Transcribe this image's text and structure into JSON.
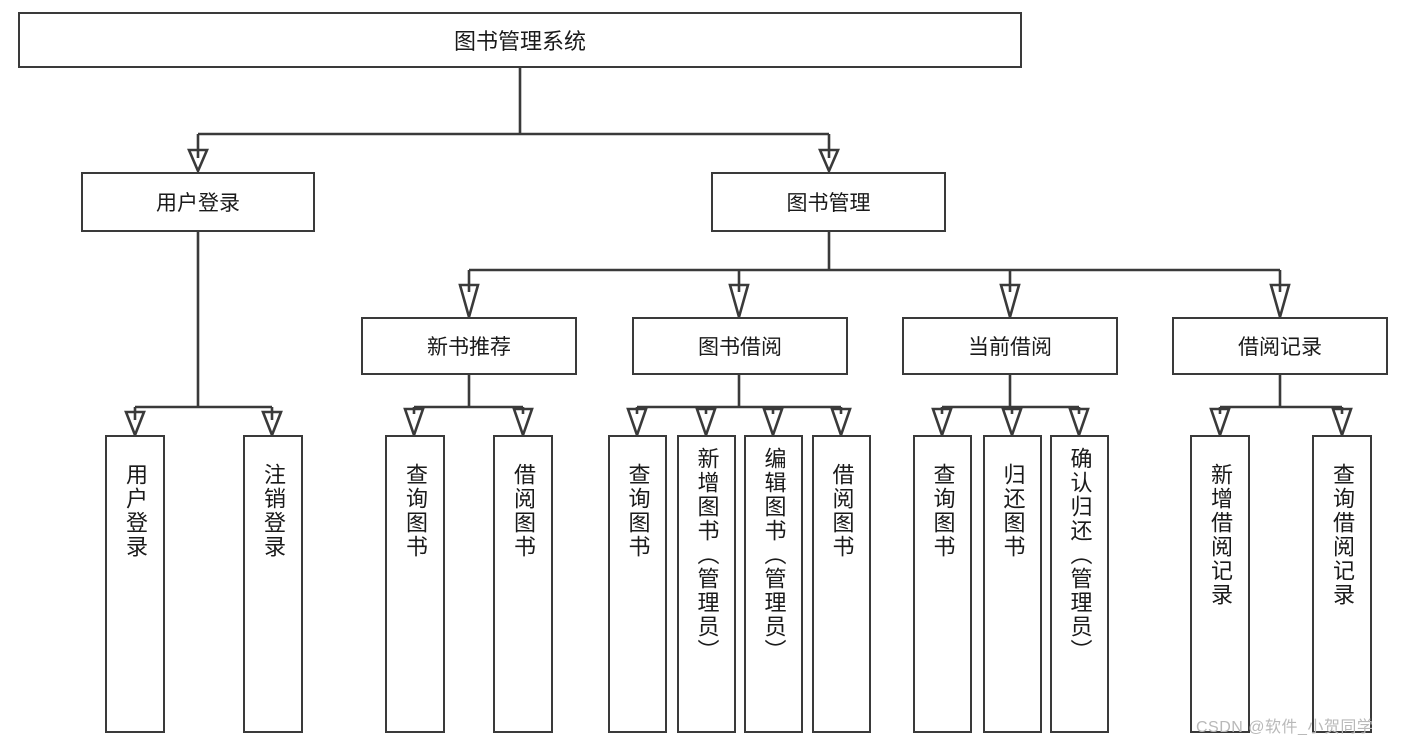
{
  "diagram": {
    "type": "tree",
    "title": "图书管理系统",
    "watermark": "CSDN @软件_小贺同学",
    "root": {
      "id": "root",
      "label": "图书管理系统",
      "level": 1
    },
    "level2": [
      {
        "id": "user-login",
        "label": "用户登录"
      },
      {
        "id": "book-manage",
        "label": "图书管理"
      }
    ],
    "level3": [
      {
        "id": "new-book-recommend",
        "label": "新书推荐",
        "parent": "book-manage"
      },
      {
        "id": "book-borrow",
        "label": "图书借阅",
        "parent": "book-manage"
      },
      {
        "id": "current-borrow",
        "label": "当前借阅",
        "parent": "book-manage"
      },
      {
        "id": "borrow-record",
        "label": "借阅记录",
        "parent": "book-manage"
      }
    ],
    "leaves": [
      {
        "id": "leaf-user-login",
        "label": "用户登录",
        "parent": "user-login"
      },
      {
        "id": "leaf-logout",
        "label": "注销登录",
        "parent": "user-login"
      },
      {
        "id": "leaf-query-book-1",
        "label": "查询图书",
        "parent": "new-book-recommend"
      },
      {
        "id": "leaf-borrow-book-1",
        "label": "借阅图书",
        "parent": "new-book-recommend"
      },
      {
        "id": "leaf-query-book-2",
        "label": "查询图书",
        "parent": "book-borrow"
      },
      {
        "id": "leaf-add-book",
        "label": "新增图书（管理员）",
        "parent": "book-borrow"
      },
      {
        "id": "leaf-edit-book",
        "label": "编辑图书（管理员）",
        "parent": "book-borrow"
      },
      {
        "id": "leaf-borrow-book-2",
        "label": "借阅图书",
        "parent": "book-borrow"
      },
      {
        "id": "leaf-query-book-3",
        "label": "查询图书",
        "parent": "current-borrow"
      },
      {
        "id": "leaf-return-book",
        "label": "归还图书",
        "parent": "current-borrow"
      },
      {
        "id": "leaf-confirm-return",
        "label": "确认归还（管理员）",
        "parent": "current-borrow"
      },
      {
        "id": "leaf-add-record",
        "label": "新增借阅记录",
        "parent": "borrow-record"
      },
      {
        "id": "leaf-query-record",
        "label": "查询借阅记录",
        "parent": "borrow-record"
      }
    ],
    "colors": {
      "stroke": "#3a3a3a",
      "fill": "#ffffff",
      "text": "#1a1a1a",
      "watermark": "#b9b9b9"
    }
  }
}
